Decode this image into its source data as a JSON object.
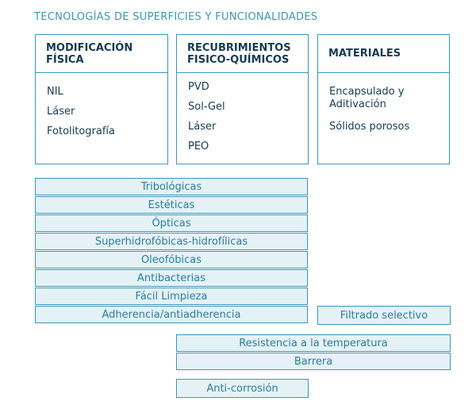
{
  "title": "TECNOLOGÍAS DE SUPERFICIES Y FUNCIONALIDADES",
  "columns": [
    {
      "header": [
        "MODIFICACIÓN",
        "FÍSICA"
      ],
      "items": [
        "NIL",
        "Láser",
        "Fotolitografía"
      ]
    },
    {
      "header": [
        "RECUBRIMIENTOS",
        "FISICO-QUÍMICOS"
      ],
      "items": [
        "PVD",
        "Sol-Gel",
        "Láser",
        "PEO"
      ]
    },
    {
      "header": [
        "MATERIALES"
      ],
      "items": [
        "Encapsulado y Aditivación",
        "Sólidos porosos"
      ]
    }
  ],
  "functionalities": [
    "Tribológicas",
    "Estéticas",
    "Ópticas",
    "Superhidrofóbicas-hidrofílicas",
    "Oleofóbicas",
    "Antibacterias",
    "Fácil Limpieza",
    "Adherencia/antiadherencia"
  ],
  "filtrado": "Filtrado selectivo",
  "resistencia": "Resistencia a la temperatura",
  "barrera": "Barrera",
  "anticorrosion": "Anti-corrosión",
  "colors": {
    "accent": "#3a97b5",
    "fill": "#e4f2f6",
    "heading": "#153b52"
  }
}
